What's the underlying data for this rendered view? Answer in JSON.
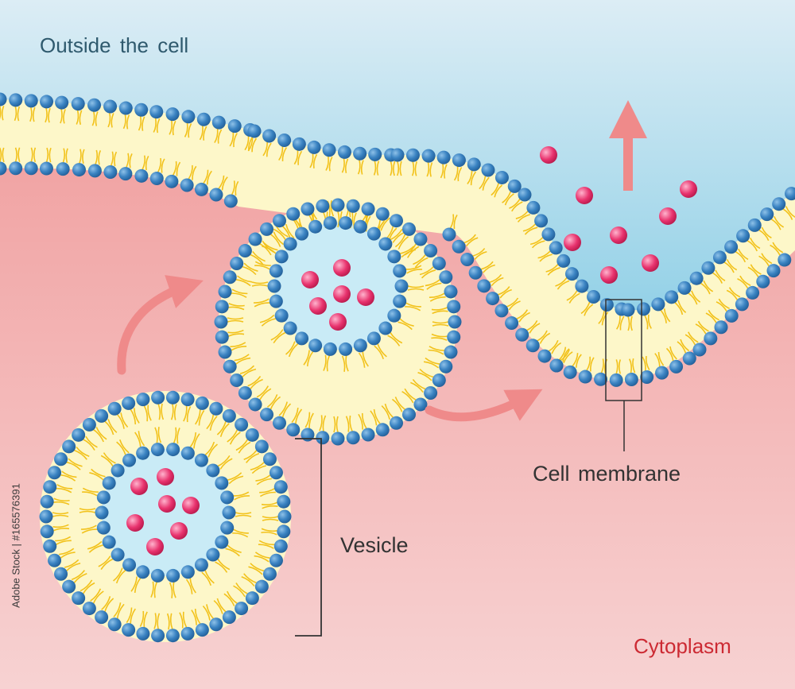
{
  "labels": {
    "outside": "Outside the cell",
    "cell_membrane": "Cell membrane",
    "vesicle": "Vesicle",
    "cytoplasm": "Cytoplasm",
    "stock_id": "Adobe Stock | #165576391"
  },
  "colors": {
    "outside_top": "#dcedf5",
    "outside_bottom": "#8ecfe6",
    "cytoplasm_top": "#f1a4a4",
    "cytoplasm_bottom": "#f7d2d2",
    "lipid_head": "#3a83c2",
    "lipid_head_light": "#8ec1e8",
    "lipid_tail": "#f2c21b",
    "bilayer_fill": "#fdf7c9",
    "vesicle_lumen": "#c9ebf6",
    "cargo": "#e8336e",
    "cargo_light": "#ffb3cd",
    "arrow": "#ef8a8a",
    "cytoplasm_label": "#cc2a33"
  }
}
